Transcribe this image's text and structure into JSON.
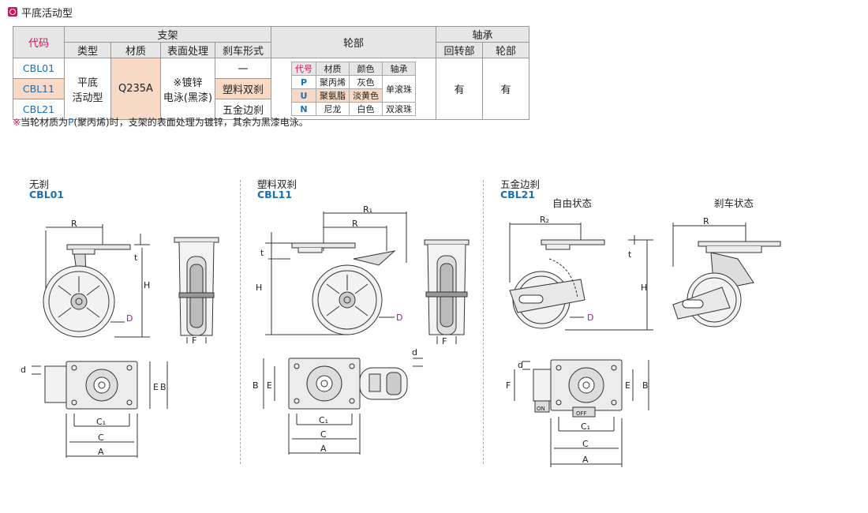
{
  "title": "平底活动型",
  "table": {
    "h_code": "代码",
    "h_bracket": "支架",
    "h_type": "类型",
    "h_material": "材质",
    "h_surface": "表面处理",
    "h_brake": "刹车形式",
    "h_wheel": "轮部",
    "h_bearing": "轴承",
    "h_swivel": "回转部",
    "h_wheelpart": "轮部",
    "codes": [
      "CBL01",
      "CBL11",
      "CBL21"
    ],
    "type_line1": "平底",
    "type_line2": "活动型",
    "material": "Q235A",
    "surface_line1": "※镀锌",
    "surface_line2": "电泳(黑漆)",
    "brakes": [
      "一",
      "塑料双刹",
      "五金边刹"
    ],
    "swivel_val": "有",
    "wheel_val": "有",
    "inner": {
      "h_code": "代号",
      "h_material": "材质",
      "h_color": "颜色",
      "h_bearing": "轴承",
      "rows": [
        {
          "code": "P",
          "material": "聚丙烯",
          "color": "灰色"
        },
        {
          "code": "U",
          "material": "聚氨脂",
          "color": "淡黄色"
        },
        {
          "code": "N",
          "material": "尼龙",
          "color": "白色",
          "bearing": "双滚珠"
        }
      ],
      "bearing_shared": "单滚珠"
    }
  },
  "note": {
    "mark": "※",
    "text1": "当轮材质为",
    "p": "P",
    "text2": "(聚丙烯)时，支架的表面处理为镀锌，其余为黑漆电泳。"
  },
  "sections": [
    {
      "label": "无刹",
      "code": "CBL01"
    },
    {
      "label": "塑料双刹",
      "code": "CBL11"
    },
    {
      "label": "五金边刹",
      "code": "CBL21"
    }
  ],
  "state_free": "自由状态",
  "state_brake": "刹车状态",
  "dims": {
    "R": "R",
    "R1": "R₁",
    "R2": "R₂",
    "H": "H",
    "t": "t",
    "D": "D",
    "F": "F",
    "d": "d",
    "B": "B",
    "E": "E",
    "C1": "C₁",
    "C": "C",
    "A": "A",
    "on": "ON",
    "off": "OFF"
  }
}
